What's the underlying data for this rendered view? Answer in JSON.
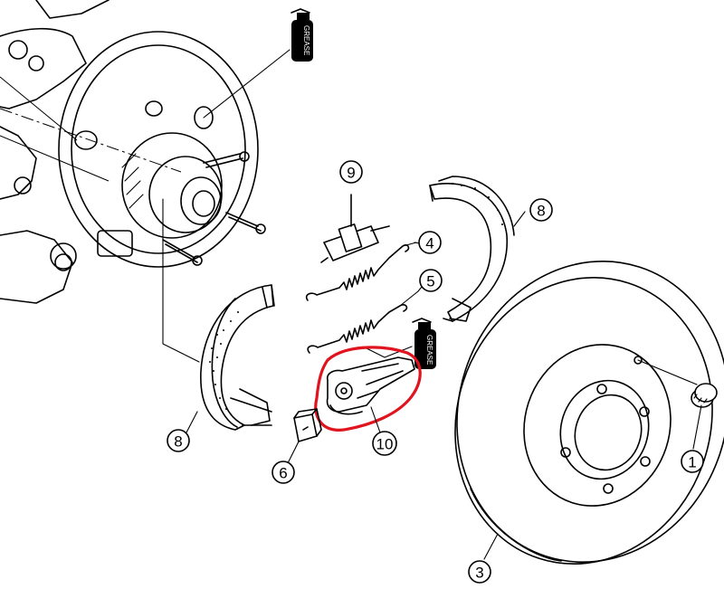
{
  "callouts": [
    {
      "key": "c1",
      "label": "1"
    },
    {
      "key": "c3",
      "label": "3"
    },
    {
      "key": "c4",
      "label": "4"
    },
    {
      "key": "c5",
      "label": "5"
    },
    {
      "key": "c6",
      "label": "6"
    },
    {
      "key": "c8a",
      "label": "8"
    },
    {
      "key": "c8b",
      "label": "8"
    },
    {
      "key": "c9",
      "label": "9"
    },
    {
      "key": "c10",
      "label": "10"
    }
  ],
  "grease": {
    "label": "GREASE"
  },
  "highlight": {
    "color": "#e0141e"
  }
}
